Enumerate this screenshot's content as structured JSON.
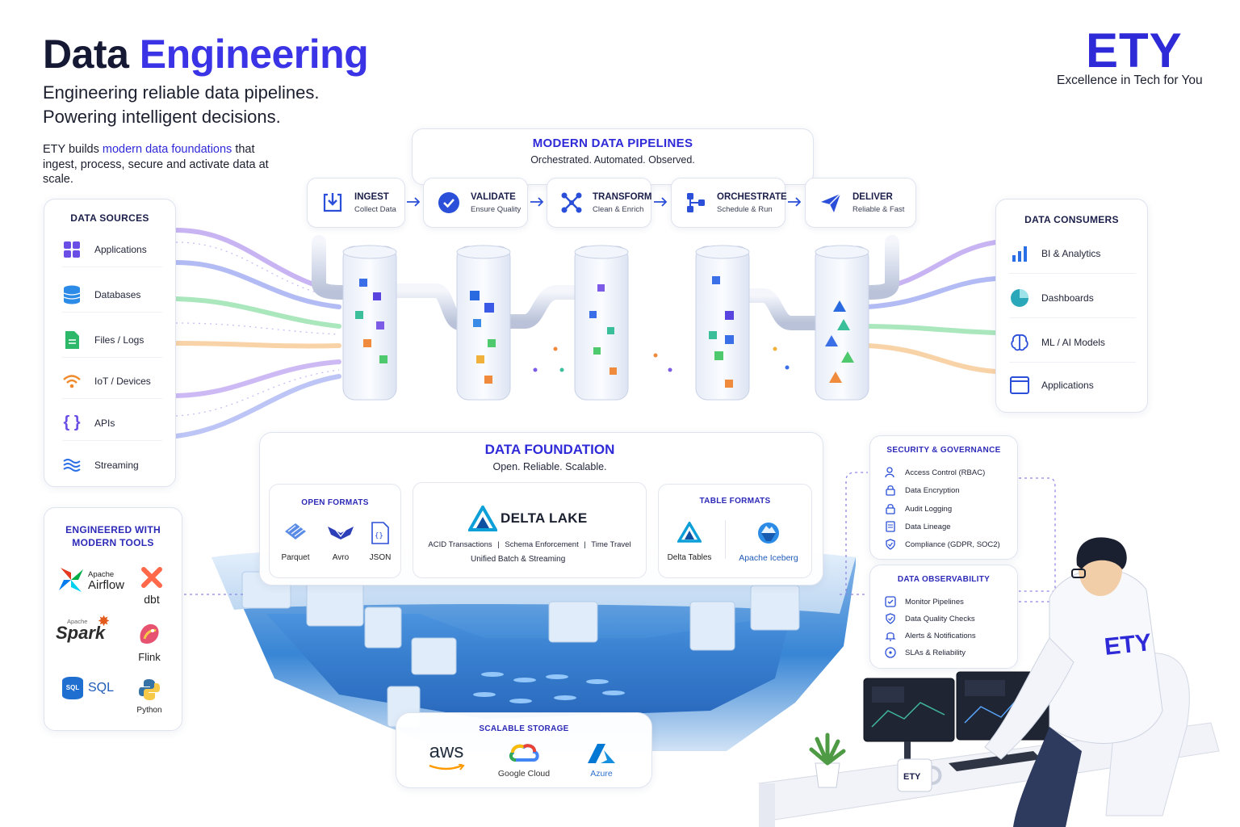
{
  "header": {
    "title_part1": "Data",
    "title_part2": "Engineering",
    "subtitle_line1": "Engineering reliable data pipelines.",
    "subtitle_line2": "Powering intelligent decisions.",
    "intro_prefix": "ETY builds",
    "intro_highlight": "modern data foundations",
    "intro_suffix": "that ingest, process, secure and activate data at scale."
  },
  "brand": {
    "logo": "ETY",
    "tagline": "Excellence in Tech for You",
    "accent_color": "#2f2ad8"
  },
  "data_sources": {
    "title": "DATA SOURCES",
    "items": [
      {
        "label": "Applications",
        "icon": "grid-icon"
      },
      {
        "label": "Databases",
        "icon": "database-icon"
      },
      {
        "label": "Files / Logs",
        "icon": "file-icon"
      },
      {
        "label": "IoT / Devices",
        "icon": "wifi-icon"
      },
      {
        "label": "APIs",
        "icon": "braces-icon"
      },
      {
        "label": "Streaming",
        "icon": "waves-icon"
      }
    ]
  },
  "pipelines": {
    "title": "MODERN DATA PIPELINES",
    "subtitle": "Orchestrated. Automated. Observed.",
    "stages": [
      {
        "name": "INGEST",
        "sub": "Collect Data",
        "icon": "download-icon"
      },
      {
        "name": "VALIDATE",
        "sub": "Ensure Quality",
        "icon": "check-circle-icon"
      },
      {
        "name": "TRANSFORM",
        "sub": "Clean & Enrich",
        "icon": "network-icon"
      },
      {
        "name": "ORCHESTRATE",
        "sub": "Schedule & Run",
        "icon": "flow-icon"
      },
      {
        "name": "DELIVER",
        "sub": "Reliable & Fast",
        "icon": "send-icon"
      }
    ]
  },
  "data_consumers": {
    "title": "DATA CONSUMERS",
    "items": [
      {
        "label": "BI & Analytics",
        "icon": "bar-chart-icon"
      },
      {
        "label": "Dashboards",
        "icon": "pie-chart-icon"
      },
      {
        "label": "ML / AI Models",
        "icon": "brain-icon"
      },
      {
        "label": "Applications",
        "icon": "window-icon"
      }
    ]
  },
  "tools": {
    "title_line1": "ENGINEERED WITH",
    "title_line2": "MODERN TOOLS",
    "airflow_small": "Apache",
    "airflow": "Airflow",
    "dbt": "dbt",
    "spark_small": "Apache",
    "spark": "Spark",
    "flink": "Flink",
    "sql_badge": "SQL",
    "sql": "SQL",
    "python": "Python"
  },
  "foundation": {
    "title": "DATA FOUNDATION",
    "subtitle": "Open. Reliable. Scalable.",
    "open_formats": {
      "title": "OPEN FORMATS",
      "items": [
        "Parquet",
        "Avro",
        "JSON"
      ]
    },
    "delta_lake": {
      "name": "DELTA LAKE",
      "features": [
        "ACID Transactions",
        "Schema Enforcement",
        "Time Travel"
      ],
      "line2": "Unified Batch & Streaming"
    },
    "table_formats": {
      "title": "TABLE FORMATS",
      "items": [
        "Delta Tables",
        "Apache Iceberg"
      ]
    }
  },
  "security": {
    "title": "SECURITY & GOVERNANCE",
    "items": [
      "Access Control (RBAC)",
      "Data Encryption",
      "Audit Logging",
      "Data Lineage",
      "Compliance (GDPR, SOC2)"
    ]
  },
  "observability": {
    "title": "DATA OBSERVABILITY",
    "items": [
      "Monitor Pipelines",
      "Data Quality Checks",
      "Alerts & Notifications",
      "SLAs & Reliability"
    ]
  },
  "storage": {
    "title": "SCALABLE STORAGE",
    "aws": "aws",
    "gcp": "Google Cloud",
    "azure": "Azure"
  },
  "illustration": {
    "jacket_text": "ETY",
    "mug_text": "ETY"
  }
}
